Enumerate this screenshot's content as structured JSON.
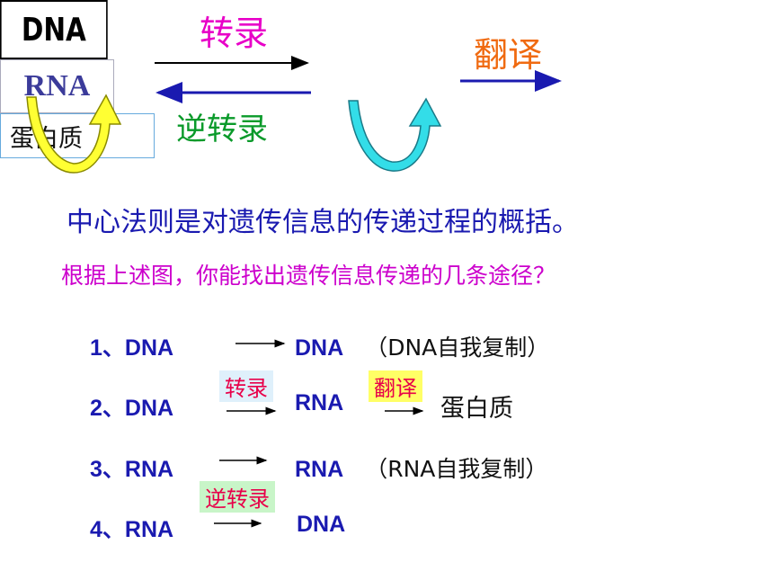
{
  "diagram": {
    "dna_label": "DNA",
    "rna_label": "RNA",
    "protein_label": "蛋白质",
    "transcription_label": "转录",
    "reverse_transcription_label": "逆转录",
    "translation_label": "翻译"
  },
  "statement": "中心法则是对遗传信息的传递过程的概括。",
  "question": "根据上述图，你能找出遗传信息传递的几条途径？",
  "pathways": [
    {
      "number": "1、DNA",
      "target": "DNA",
      "note": "（DNA自我复制）"
    },
    {
      "number": "2、DNA",
      "target": "RNA",
      "tag1": "转录",
      "tag2": "翻译",
      "product": "蛋白质"
    },
    {
      "number": "3、RNA",
      "target": "RNA",
      "note": "（RNA自我复制）"
    },
    {
      "number": "4、RNA",
      "target": "DNA",
      "tag1": "逆转录"
    }
  ],
  "colors": {
    "transcription": "#e800c8",
    "reverse_transcription": "#0a9a2a",
    "translation": "#f06a10",
    "dna_self_arrow": "#ffff33",
    "rna_self_arrow": "#33dde8",
    "tag_transcription_bg": "#dff0fb",
    "tag_translation_bg": "#ffff66",
    "tag_reverse_bg": "#c8f5c8",
    "tag_text": "#e8004a"
  }
}
